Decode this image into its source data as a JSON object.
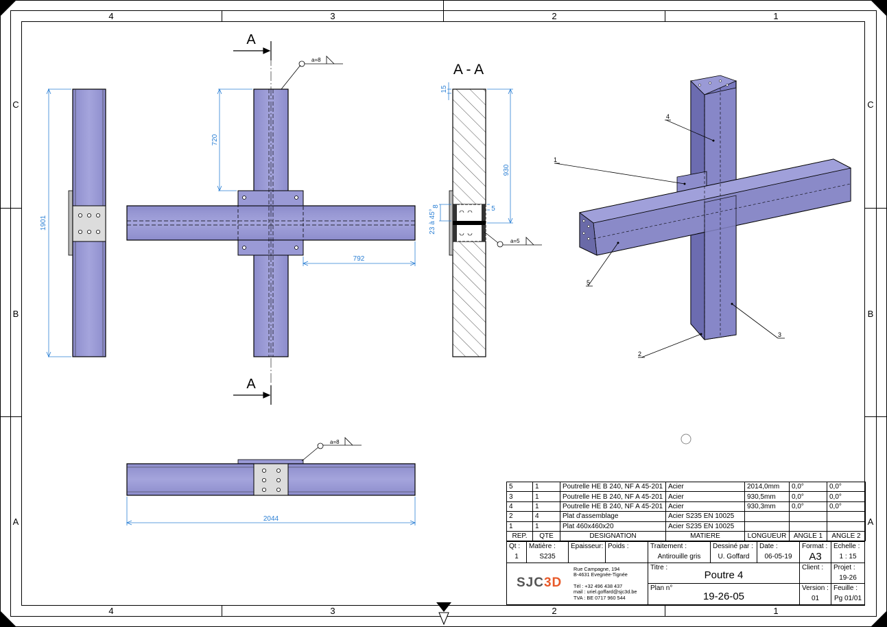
{
  "frame": {
    "col_labels_top": [
      "4",
      "3",
      "2",
      "1"
    ],
    "col_labels_bottom": [
      "4",
      "3",
      "2",
      "1"
    ],
    "row_labels_left": [
      "C",
      "B",
      "A"
    ],
    "row_labels_right": [
      "C",
      "B",
      "A"
    ]
  },
  "views": {
    "section_mark": "A",
    "section_title": "A - A",
    "weld_a8": "a=8",
    "weld_a5": "a=5",
    "dim_1901": "1901",
    "dim_720": "720",
    "dim_792": "792",
    "dim_15": "15",
    "dim_930": "930",
    "dim_8": "8",
    "dim_5": "5",
    "dim_chamfer": "23 à 45°",
    "dim_2044": "2044",
    "balloons": [
      "1",
      "2",
      "3",
      "4",
      "5"
    ]
  },
  "bom": {
    "rows": [
      {
        "rep": "5",
        "qte": "1",
        "designation": "Poutrelle HE B 240, NF A 45-201",
        "matiere": "Acier",
        "longueur": "2014,0mm",
        "angle1": "0,0°",
        "angle2": "0,0°"
      },
      {
        "rep": "3",
        "qte": "1",
        "designation": "Poutrelle HE B 240, NF A 45-201",
        "matiere": "Acier",
        "longueur": "930,5mm",
        "angle1": "0,0°",
        "angle2": "0,0°"
      },
      {
        "rep": "4",
        "qte": "1",
        "designation": "Poutrelle HE B 240, NF A 45-201",
        "matiere": "Acier",
        "longueur": "930,3mm",
        "angle1": "0,0°",
        "angle2": "0,0°"
      },
      {
        "rep": "2",
        "qte": "4",
        "designation": "Plat d'assemblage",
        "matiere": "Acier S235 EN 10025",
        "longueur": "",
        "angle1": "",
        "angle2": ""
      },
      {
        "rep": "1",
        "qte": "1",
        "designation": "Plat 460x460x20",
        "matiere": "Acier S235 EN 10025",
        "longueur": "",
        "angle1": "",
        "angle2": ""
      }
    ],
    "headers": {
      "rep": "REP.",
      "qte": "QTE",
      "designation": "DESIGNATION",
      "matiere": "MATIERE",
      "longueur": "LONGUEUR",
      "angle1": "ANGLE 1",
      "angle2": "ANGLE 2"
    }
  },
  "title_block": {
    "qt_label": "Qt :",
    "qt_value": "1",
    "matiere_label": "Matière :",
    "matiere_value": "S235",
    "epaisseur_label": "Epaisseur:",
    "poids_label": "Poids :",
    "traitement_label": "Traitement :",
    "traitement_value": "Antirouille gris",
    "dessine_label": "Dessiné par :",
    "dessine_value": "U. Goffard",
    "date_label": "Date :",
    "date_value": "06-05-19",
    "format_label": "Format :",
    "format_value": "A3",
    "echelle_label": "Echelle :",
    "echelle_value": "1 : 15",
    "titre_label": "Titre :",
    "titre_value": "Poutre 4",
    "client_label": "Client :",
    "projet_label": "Projet :",
    "projet_value": "19-26",
    "plan_label": "Plan n°",
    "plan_value": "19-26-05",
    "version_label": "Version :",
    "version_value": "01",
    "feuille_label": "Feuille :",
    "feuille_value": "Pg  01/01",
    "logo_text": "SJC3D",
    "address": [
      "Rue Campagne, 194",
      "B-4631 Evegnée-Tignée",
      "",
      "Tél : +32 496 438 437",
      "mail : uriel.goffard@sjc3d.be",
      "TVA : BE 0717 960 544"
    ]
  },
  "colors": {
    "steel": "#9a9ad6",
    "steel_dark": "#5a5a9a",
    "dim": "#2a7fd4",
    "plate": "#d8d8d8"
  }
}
